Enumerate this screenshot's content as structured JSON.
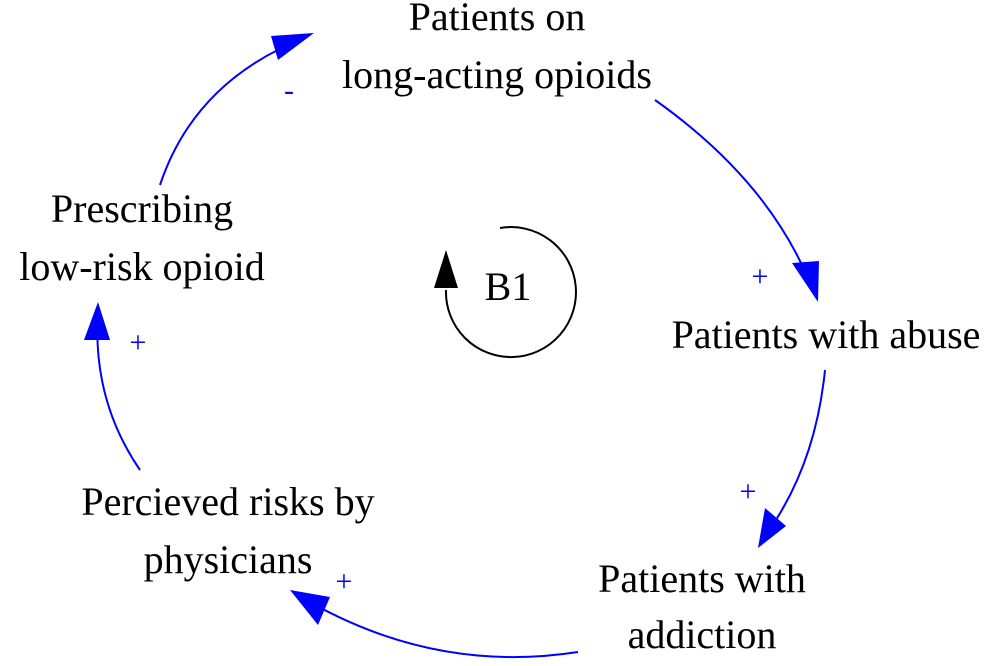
{
  "diagram": {
    "colors": {
      "link": "#0000ff",
      "text": "#000000",
      "loop_marker": "#000000"
    },
    "nodes": {
      "long_acting": {
        "line1": "Patients on",
        "line2": "long-acting opioids"
      },
      "abuse": {
        "line1": "Patients with abuse"
      },
      "addiction": {
        "line1": "Patients with",
        "line2": "addiction"
      },
      "perceived": {
        "line1": "Percieved risks by",
        "line2": "physicians"
      },
      "prescribing": {
        "line1": "Prescribing",
        "line2": "low-risk opioid"
      }
    },
    "links": [
      {
        "from": "Patients on long-acting opioids",
        "to": "Patients with abuse",
        "polarity": "+"
      },
      {
        "from": "Patients with abuse",
        "to": "Patients with addiction",
        "polarity": "+"
      },
      {
        "from": "Patients with addiction",
        "to": "Percieved risks by physicians",
        "polarity": "+"
      },
      {
        "from": "Percieved risks by physicians",
        "to": "Prescribing low-risk opioid",
        "polarity": "+"
      },
      {
        "from": "Prescribing low-risk opioid",
        "to": "Patients on long-acting opioids",
        "polarity": "-"
      }
    ],
    "loop": {
      "label": "B1"
    }
  }
}
